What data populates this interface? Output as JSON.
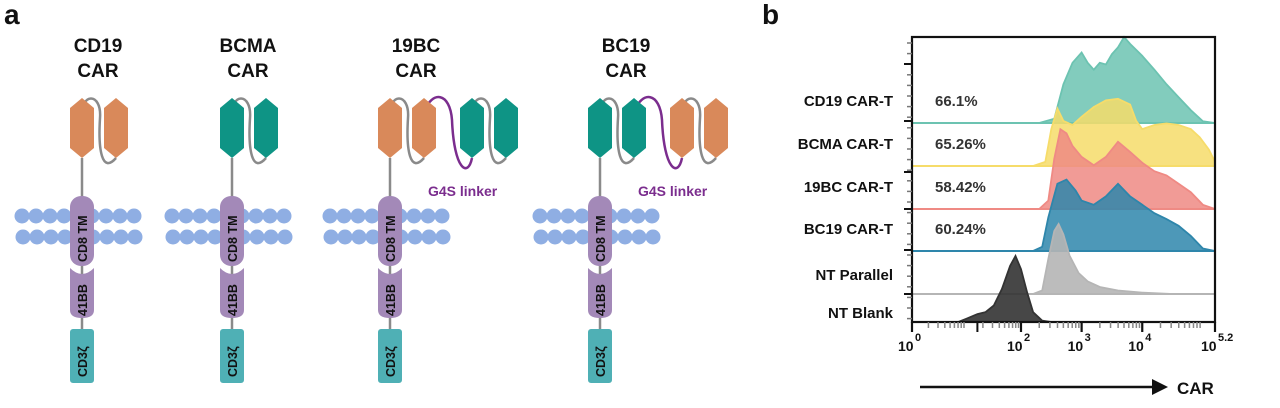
{
  "panel_a": {
    "letter": "a",
    "colors": {
      "cd19_scfv": "#d9895a",
      "bcma_scfv": "#0e9485",
      "hinge_line": "#8a8a8a",
      "g4s_linker": "#7b2d8e",
      "membrane": "#8faee3",
      "cd8tm_41bb": "#a389b8",
      "cd3z": "#4fb0b5"
    },
    "constructs": [
      {
        "title_line1": "CD19",
        "title_line2": "CAR",
        "scfvs": [
          "cd19"
        ],
        "has_linker": false
      },
      {
        "title_line1": "BCMA",
        "title_line2": "CAR",
        "scfvs": [
          "bcma"
        ],
        "has_linker": false
      },
      {
        "title_line1": "19BC",
        "title_line2": "CAR",
        "scfvs": [
          "cd19",
          "bcma"
        ],
        "has_linker": true
      },
      {
        "title_line1": "BC19",
        "title_line2": "CAR",
        "scfvs": [
          "bcma",
          "cd19"
        ],
        "has_linker": true
      }
    ],
    "domain_labels": {
      "tm": "CD8 TM",
      "costim": "41BB",
      "signal": "CD3ζ"
    },
    "linker_label": "G4S linker"
  },
  "chart_data": {
    "type": "area",
    "subtype": "stacked-offset-histogram",
    "panel_letter": "b",
    "title": "",
    "xlabel": "CAR",
    "ylabel": "",
    "x_scale": "log10",
    "xlim_log10": [
      0,
      5.2
    ],
    "x_ticks": [
      {
        "base": "10",
        "exp": "0",
        "log10": 0
      },
      {
        "base": "10",
        "exp": "2",
        "log10": 2
      },
      {
        "base": "10",
        "exp": "3",
        "log10": 3
      },
      {
        "base": "10",
        "exp": "4",
        "log10": 4
      },
      {
        "base": "10",
        "exp": "5.2",
        "log10": 5.2
      }
    ],
    "grid": false,
    "legend": "none",
    "series": [
      {
        "name": "CD19 CAR-T",
        "percent": "66.1%",
        "color": "#6cc3b1",
        "x_log10": [
          0.0,
          2.3,
          2.55,
          2.7,
          2.85,
          3.0,
          3.1,
          3.2,
          3.3,
          3.4,
          3.5,
          3.6,
          3.7,
          3.8,
          3.9,
          4.0,
          4.2,
          4.4,
          4.6,
          4.8,
          5.0,
          5.2
        ],
        "y": [
          0,
          0,
          0.05,
          0.45,
          0.7,
          0.82,
          0.7,
          0.62,
          0.7,
          0.68,
          0.8,
          0.88,
          1.0,
          0.92,
          0.85,
          0.78,
          0.62,
          0.45,
          0.3,
          0.15,
          0.02,
          0
        ]
      },
      {
        "name": "BCMA CAR-T",
        "percent": "65.26%",
        "color": "#f6dc6a",
        "x_log10": [
          0.0,
          2.2,
          2.4,
          2.5,
          2.6,
          2.7,
          2.85,
          3.0,
          3.2,
          3.4,
          3.6,
          3.8,
          3.9,
          4.0,
          4.2,
          4.4,
          4.6,
          4.8,
          4.95,
          5.1,
          5.2
        ],
        "y": [
          0,
          0,
          0.05,
          0.45,
          0.7,
          0.55,
          0.5,
          0.6,
          0.72,
          0.8,
          0.82,
          0.75,
          0.55,
          0.45,
          0.5,
          0.52,
          0.5,
          0.45,
          0.35,
          0.2,
          0.05
        ]
      },
      {
        "name": "19BC CAR-T",
        "percent": "58.42%",
        "color": "#ef8a84",
        "x_log10": [
          0.0,
          2.3,
          2.45,
          2.55,
          2.65,
          2.75,
          2.85,
          3.0,
          3.2,
          3.4,
          3.6,
          3.8,
          4.0,
          4.2,
          4.4,
          4.6,
          4.8,
          5.0,
          5.2
        ],
        "y": [
          0,
          0,
          0.1,
          0.6,
          0.95,
          0.9,
          0.75,
          0.62,
          0.52,
          0.62,
          0.8,
          0.68,
          0.55,
          0.45,
          0.4,
          0.3,
          0.2,
          0.05,
          0
        ]
      },
      {
        "name": "BC19 CAR-T",
        "percent": "60.24%",
        "color": "#2e86ab",
        "x_log10": [
          0.0,
          2.2,
          2.35,
          2.45,
          2.6,
          2.75,
          2.9,
          3.0,
          3.2,
          3.4,
          3.6,
          3.8,
          4.0,
          4.2,
          4.4,
          4.6,
          4.8,
          5.0,
          5.2
        ],
        "y": [
          0,
          0,
          0.05,
          0.4,
          0.8,
          0.85,
          0.72,
          0.6,
          0.55,
          0.65,
          0.8,
          0.65,
          0.55,
          0.45,
          0.38,
          0.3,
          0.18,
          0.03,
          0
        ]
      },
      {
        "name": "NT Parallel",
        "percent": "",
        "color": "#b5b5b5",
        "x_log10": [
          0.0,
          2.2,
          2.35,
          2.45,
          2.55,
          2.62,
          2.7,
          2.8,
          2.95,
          3.1,
          3.3,
          3.6,
          4.0,
          4.5,
          5.2
        ],
        "y": [
          0,
          0,
          0.05,
          0.5,
          0.9,
          1.0,
          0.85,
          0.55,
          0.3,
          0.18,
          0.1,
          0.05,
          0.02,
          0,
          0
        ]
      },
      {
        "name": "NT Blank",
        "percent": "",
        "color": "#333333",
        "x_log10": [
          0.0,
          0.85,
          1.0,
          1.2,
          1.35,
          1.5,
          1.65,
          1.8,
          1.9,
          2.0,
          2.1,
          2.2,
          2.35,
          2.5,
          5.2
        ],
        "y": [
          0,
          0,
          0.05,
          0.12,
          0.15,
          0.25,
          0.5,
          0.85,
          1.0,
          0.8,
          0.45,
          0.15,
          0.02,
          0,
          0
        ]
      }
    ]
  }
}
